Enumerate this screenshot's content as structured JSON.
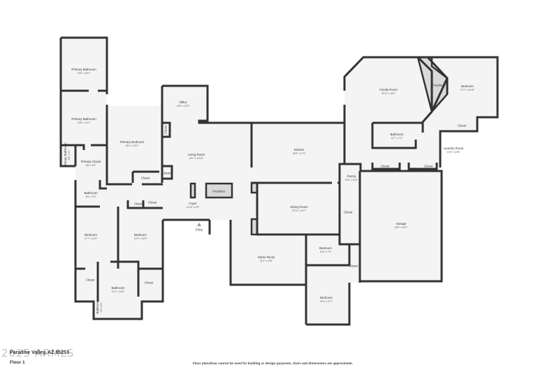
{
  "footer": {
    "address": "Paradise Valley, AZ 85253",
    "floor": "Floor 1",
    "disclaimer": "Floor plans/tour cannot be used for building or design purposes. Sizes and dimensions are approximate.",
    "watermark": "2025 ARMLS"
  },
  "colors": {
    "wall": "#333333",
    "floor": "#f4f4f4",
    "fireplace": "#d8d8d8"
  },
  "rooms": [
    {
      "label": "Primary Bathroom",
      "dims": "13'0\" x 15'1\""
    },
    {
      "label": "Primary Bathroom",
      "dims": "12'8\" x 14'1\""
    },
    {
      "label": "Primary Closet",
      "dims": "8'8\" x 9'9\""
    },
    {
      "label": "Primary Bedroom",
      "dims": "15'1\" x 21'0\""
    },
    {
      "label": "Office",
      "dims": "12'8\" x 19'3\""
    },
    {
      "label": "Closet",
      "dims": ""
    },
    {
      "label": "Closet",
      "dims": ""
    },
    {
      "label": "Closet",
      "dims": ""
    },
    {
      "label": "Living Room",
      "dims": "20'1\" x 19'10\""
    },
    {
      "label": "Fireplace",
      "dims": ""
    },
    {
      "label": "Foyer",
      "dims": "10'10\" x 9'9\""
    },
    {
      "label": "Entry",
      "dims": ""
    },
    {
      "label": "Kitchen",
      "dims": "25'3\" x 17'9\""
    },
    {
      "label": "Pantry",
      "dims": "6'10\" x 6'10\""
    },
    {
      "label": "Dining Room",
      "dims": "22'11\" x 14'7\""
    },
    {
      "label": "Closet",
      "dims": ""
    },
    {
      "label": "Bathroom",
      "dims": "8'6\" x 7'6\""
    },
    {
      "label": "Closet",
      "dims": ""
    },
    {
      "label": "Closet",
      "dims": ""
    },
    {
      "label": "Bedroom",
      "dims": "17'7\" x 14'9\""
    },
    {
      "label": "Bedroom",
      "dims": "12'2\" x 14'9\""
    },
    {
      "label": "Closet",
      "dims": ""
    },
    {
      "label": "Bathroom",
      "dims": "12'1\" x 13'9\""
    },
    {
      "label": "Closet",
      "dims": ""
    },
    {
      "label": "Game Room",
      "dims": "21'3\" x 13'8\""
    },
    {
      "label": "Bedroom",
      "dims": "11'6\" x 7'9\""
    },
    {
      "label": "Closet",
      "dims": ""
    },
    {
      "label": "Bedroom",
      "dims": "11'6\" x 19'7\""
    },
    {
      "label": "Garage",
      "dims": "32'9\" x 31'9\""
    },
    {
      "label": "Family Room",
      "dims": "20'11\" x 18'1\""
    },
    {
      "label": "Fireplace",
      "dims": ""
    },
    {
      "label": "Bedroom",
      "dims": "17'2\" x 18'10\""
    },
    {
      "label": "Closet",
      "dims": ""
    },
    {
      "label": "Bathroom",
      "dims": "14'7\" x 7'2\""
    },
    {
      "label": "Laundry Room",
      "dims": "10'8\" x 10'8\""
    },
    {
      "label": "Closet",
      "dims": ""
    },
    {
      "label": "Closet",
      "dims": ""
    },
    {
      "label": "Primary Bathroom",
      "dims": "4'8\" x 6'1\""
    },
    {
      "label": "Bathroom",
      "dims": "5'4\" x 8'1\""
    }
  ]
}
